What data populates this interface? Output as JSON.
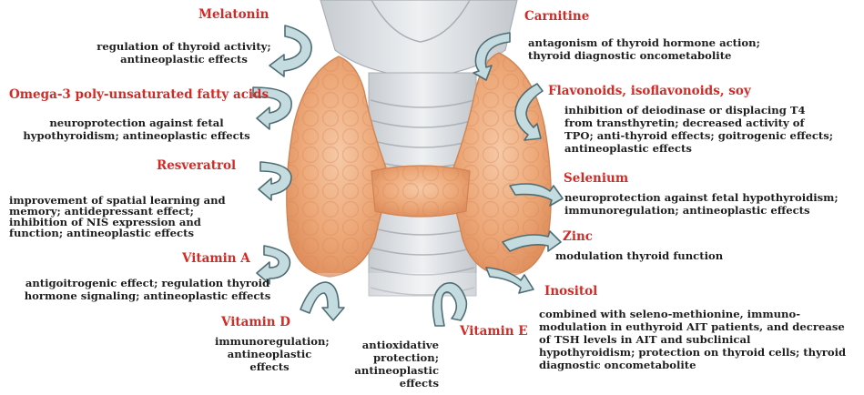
{
  "nutrients": {
    "melatonin": {
      "name": "Melatonin",
      "effects": [
        "regulation of thyroid activity;",
        "antineoplastic effects"
      ]
    },
    "omega3": {
      "name": "Omega-3 poly-unsaturated fatty acids",
      "effects": [
        "neuroprotection against fetal",
        "hypothyroidism; antineoplastic effects"
      ]
    },
    "resveratrol": {
      "name": "Resveratrol",
      "effects": [
        "improvement of spatial learning and",
        "memory; antidepressant effect;",
        "inhibition of NIS expression and",
        "function; antineoplastic effects"
      ]
    },
    "vitamin_a": {
      "name": "Vitamin A",
      "effects": [
        "antigoitrogenic effect; regulation thyroid",
        "hormone signaling; antineoplastic effects"
      ]
    },
    "vitamin_d": {
      "name": "Vitamin D",
      "effects": [
        "immunoregulation;",
        "antineoplastic effects"
      ]
    },
    "vitamin_e": {
      "name": "Vitamin E",
      "effects": [
        "antioxidative",
        "protection;",
        "antineoplastic",
        "effects"
      ]
    },
    "carnitine": {
      "name": "Carnitine",
      "effects": [
        "antagonism of thyroid hormone action;",
        "thyroid diagnostic oncometabolite"
      ]
    },
    "flavonoids": {
      "name": "Flavonoids, isoflavonoids, soy",
      "effects": [
        "inhibition of deiodinase or displacing T4",
        "from transthyretin; decreased activity of",
        "TPO; anti-thyroid effects; goitrogenic effects;",
        "antineoplastic effects"
      ]
    },
    "selenium": {
      "name": "Selenium",
      "effects": [
        "neuroprotection against fetal hypothyroidism;",
        "immunoregulation; antineoplastic effects"
      ]
    },
    "zinc": {
      "name": "Zinc",
      "effects": [
        "modulation thyroid function"
      ]
    },
    "inositol": {
      "name": "Inositol",
      "effects": [
        "combined with seleno-methionine, immuno-",
        "modulation in euthyroid AIT patients, and decrease",
        "of TSH levels in AIT and subclinical",
        "hypothyroidism; protection on thyroid cells; thyroid",
        "diagnostic oncometabolite"
      ]
    }
  },
  "colors": {
    "heading": "#d42a25",
    "arrow_fill": "#c4dbe0",
    "arrow_stroke": "#4f6d74",
    "thyroid": "#e9a779",
    "trachea": "#d6dadd"
  },
  "icons": [
    "thyroid-gland-illustration",
    "curved-arrow-icon"
  ]
}
